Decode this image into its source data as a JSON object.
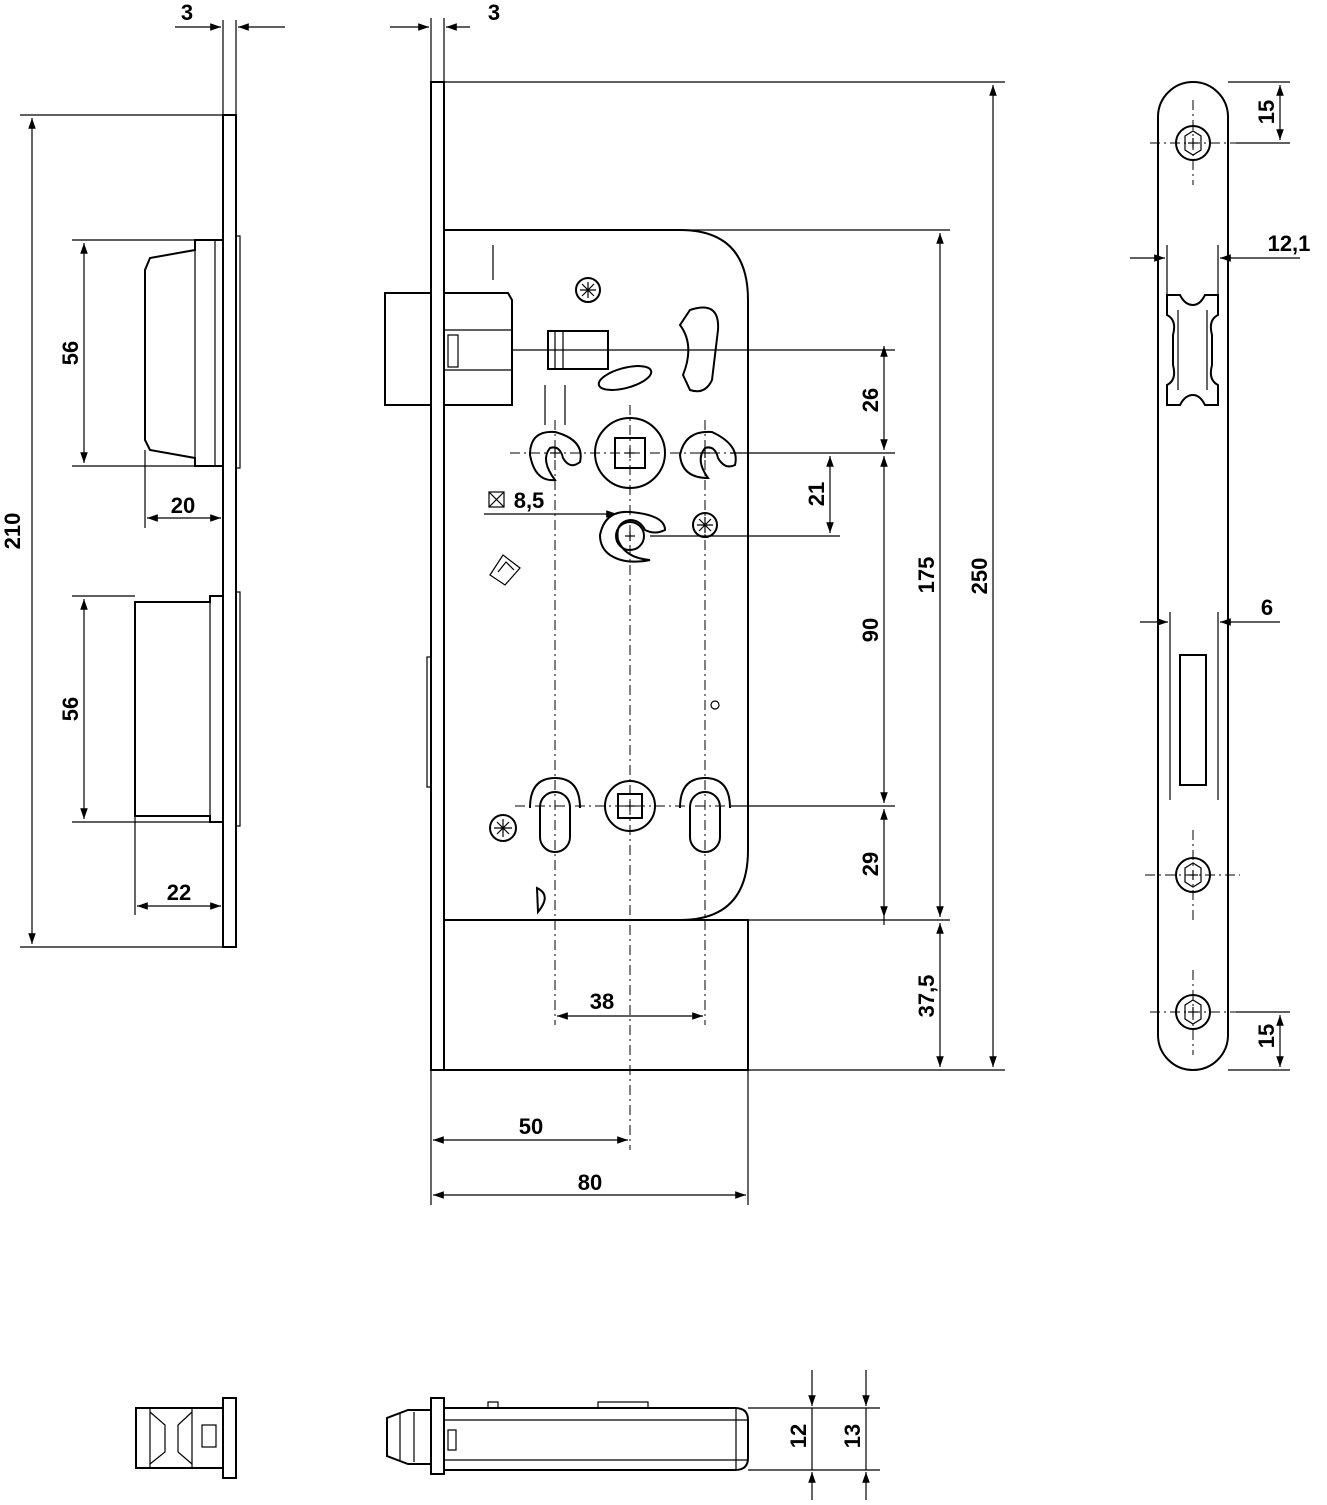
{
  "dims": {
    "strike_top_thickness": "3",
    "case_top_thickness": "3",
    "strike_total_height": "210",
    "strike_upper_opening": "56",
    "strike_upper_depth": "20",
    "strike_lower_opening": "56",
    "strike_lower_depth": "22",
    "spindle_square": "8,5",
    "dim_26": "26",
    "dim_21": "21",
    "dim_175": "175",
    "dim_250": "250",
    "dim_90": "90",
    "dim_29": "29",
    "dim_37_5": "37,5",
    "dim_38": "38",
    "backset": "50",
    "case_width": "80",
    "faceplate_top_hole": "15",
    "faceplate_latch_width": "12,1",
    "faceplate_bolt_width": "6",
    "faceplate_bottom_hole": "15",
    "latch_height_12": "12",
    "latch_height_13": "13"
  },
  "colors": {
    "ink": "#000000",
    "paper": "#ffffff"
  }
}
